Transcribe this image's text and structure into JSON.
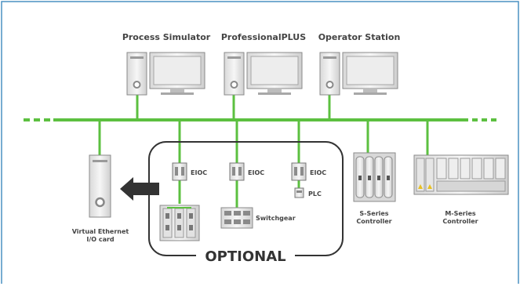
{
  "workstations": [
    {
      "label": "Process Simulator"
    },
    {
      "label": "ProfessionalPLUS"
    },
    {
      "label": "Operator Station"
    }
  ],
  "eioc": [
    {
      "label": "EIOC"
    },
    {
      "label": "EIOC"
    },
    {
      "label": "EIOC"
    }
  ],
  "plc_label": "PLC",
  "switchgear_label": "Switchgear",
  "virtual_io": {
    "line1": "Virtual Ethernet",
    "line2": "I/O card"
  },
  "s_series": {
    "line1": "S-Series",
    "line2": "Controller"
  },
  "m_series": {
    "line1": "M-Series",
    "line2": "Controller"
  },
  "optional_label": "OPTIONAL",
  "colors": {
    "network": "#5cc040",
    "frame": "#4a90c2",
    "device_fill": "#f2f2f2",
    "device_stroke": "#8a8a8a",
    "text": "#444444"
  }
}
